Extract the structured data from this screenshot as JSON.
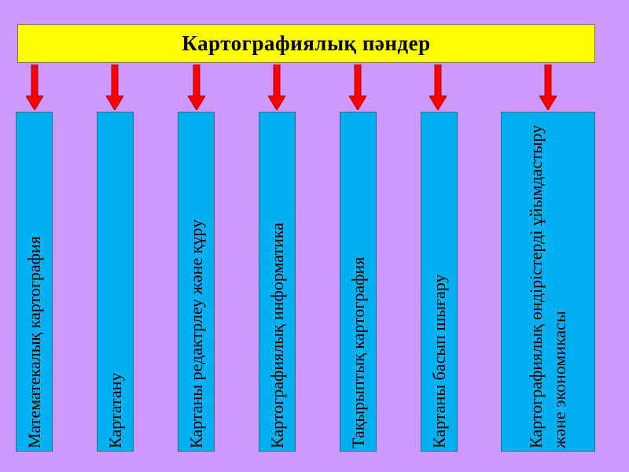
{
  "title": "Картографиялық пәндер",
  "colors": {
    "background": "#cc99ff",
    "title_fill": "#ffff00",
    "box_fill": "#00b0f0",
    "arrow_fill": "#ff0000"
  },
  "boxes": [
    {
      "label": "Математекалық картография"
    },
    {
      "label": "Картатану"
    },
    {
      "label": "Картаны редактрлеу және құру"
    },
    {
      "label": "Картографиялық информатика"
    },
    {
      "label": "Тақырыптық картография"
    },
    {
      "label": "Картаны басып шығару"
    },
    {
      "label": "Картографиялық өндірістерді ұйымдастыру және экономикасы"
    }
  ]
}
